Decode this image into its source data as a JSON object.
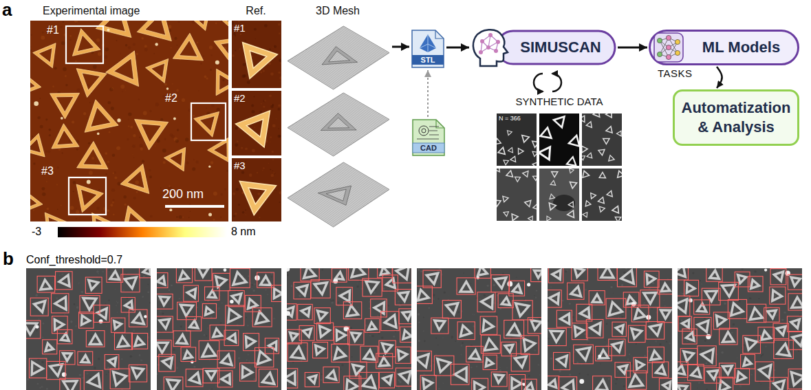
{
  "diagram": {
    "nodes": [
      {
        "text": [
          "Experimental image"
        ]
      },
      {
        "text": [
          "Ref."
        ]
      },
      {
        "text": [
          "3D Mesh"
        ]
      },
      {
        "text": [
          "STL"
        ]
      },
      {
        "text": [
          "CAD"
        ]
      },
      {
        "text": [
          "SIMUSCAN"
        ]
      },
      {
        "text": [
          "SYNTHETIC DATA"
        ]
      },
      {
        "text": [
          "ML Models"
        ]
      },
      {
        "text": [
          "Automatization & Analysis"
        ]
      }
    ],
    "edges": [
      {
        "from": 2,
        "to": 3,
        "arrow": "to"
      },
      {
        "from": 4,
        "to": 3,
        "arrow": "to"
      },
      {
        "from": 3,
        "to": 5,
        "arrow": "to"
      },
      {
        "from": 5,
        "to": 7,
        "arrow": "to"
      },
      {
        "from": 7,
        "to": 8,
        "label": "TASKS",
        "arrow": "to"
      }
    ],
    "labels": [
      "a",
      "#1",
      "#2",
      "#3",
      "#1",
      "#2",
      "#3",
      "200 nm",
      "-3",
      "8 nm",
      "N = 366",
      "b",
      "Conf_threshold=0.7"
    ]
  }
}
